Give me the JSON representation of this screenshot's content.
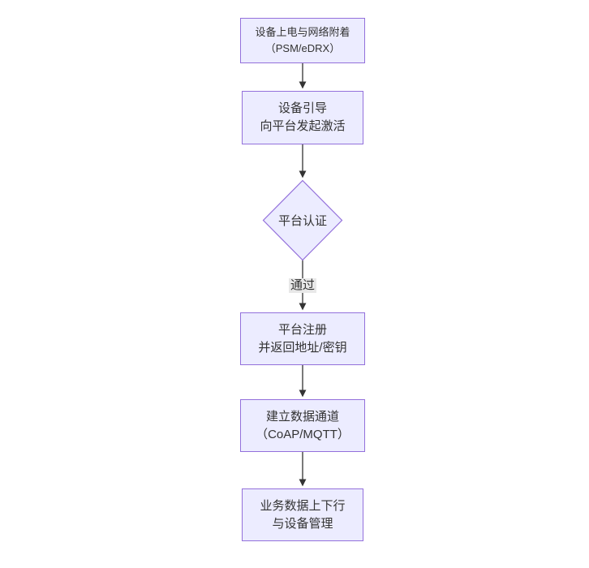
{
  "diagram": {
    "colors": {
      "background": "#ffffff",
      "node_fill": "#ececff",
      "node_border": "#9370db",
      "arrow": "#333333",
      "text": "#333333",
      "edge_label_bg": "#e8e8e8"
    },
    "nodes": [
      {
        "id": "power-attach",
        "shape": "rect",
        "lines": [
          "设备上电与网络附着",
          "（PSM/eDRX）"
        ]
      },
      {
        "id": "bootstrap",
        "shape": "rect",
        "lines": [
          "设备引导",
          "向平台发起激活"
        ]
      },
      {
        "id": "platform-auth",
        "shape": "diamond",
        "lines": [
          "平台认证"
        ]
      },
      {
        "id": "registration",
        "shape": "rect",
        "lines": [
          "平台注册",
          "并返回地址/密钥"
        ]
      },
      {
        "id": "data-channel",
        "shape": "rect",
        "lines": [
          "建立数据通道",
          "（CoAP/MQTT）"
        ]
      },
      {
        "id": "business-data",
        "shape": "rect",
        "lines": [
          "业务数据上下行",
          "与设备管理"
        ]
      }
    ],
    "edge_labels": {
      "pass": "通过"
    }
  }
}
